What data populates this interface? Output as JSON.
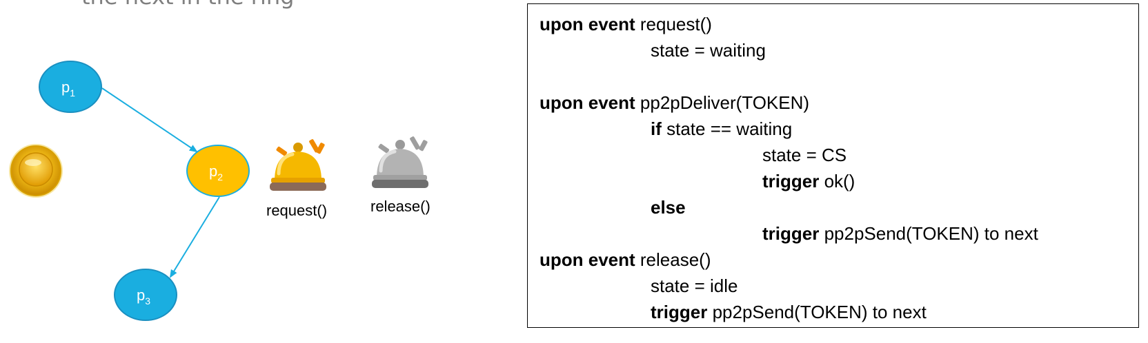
{
  "heading_fragment": "the next in the ring",
  "nodes": [
    {
      "id": "p1",
      "letter": "p",
      "sub": "1",
      "color": "#1aaee0"
    },
    {
      "id": "p2",
      "letter": "p",
      "sub": "2",
      "color": "#ffc000"
    },
    {
      "id": "p3",
      "letter": "p",
      "sub": "3",
      "color": "#1aaee0"
    }
  ],
  "token": {
    "icon": "gold-token-coin",
    "color": "#f0b400"
  },
  "bells": [
    {
      "icon": "bell-icon",
      "label": "request()",
      "color": "#f5b800"
    },
    {
      "icon": "bell-icon",
      "label": "release()",
      "color": "#aaaaaa"
    }
  ],
  "colors": {
    "edge": "#1aaee0",
    "node_border": "#1a8fc0",
    "text_gray": "#7f7f7f"
  },
  "code": {
    "lines": [
      {
        "indent": 0,
        "kw": "upon event",
        "text": " request()"
      },
      {
        "indent": 1,
        "kw": "",
        "text": "state = waiting"
      },
      {
        "indent": 0,
        "kw": "",
        "text": ""
      },
      {
        "indent": 0,
        "kw": "upon event",
        "text": " pp2pDeliver(TOKEN)"
      },
      {
        "indent": 1,
        "kw": "if",
        "text": " state == waiting"
      },
      {
        "indent": 2,
        "kw": "",
        "text": "state = CS"
      },
      {
        "indent": 2,
        "kw": "trigger",
        "text": " ok()"
      },
      {
        "indent": 1,
        "kw": "else",
        "text": ""
      },
      {
        "indent": 2,
        "kw": "trigger",
        "text": " pp2pSend(TOKEN) to next"
      },
      {
        "indent": 0,
        "kw": "upon event",
        "text": " release()"
      },
      {
        "indent": 1,
        "kw": "",
        "text": "state = idle"
      },
      {
        "indent": 1,
        "kw": "trigger",
        "text": " pp2pSend(TOKEN) to next"
      }
    ]
  }
}
